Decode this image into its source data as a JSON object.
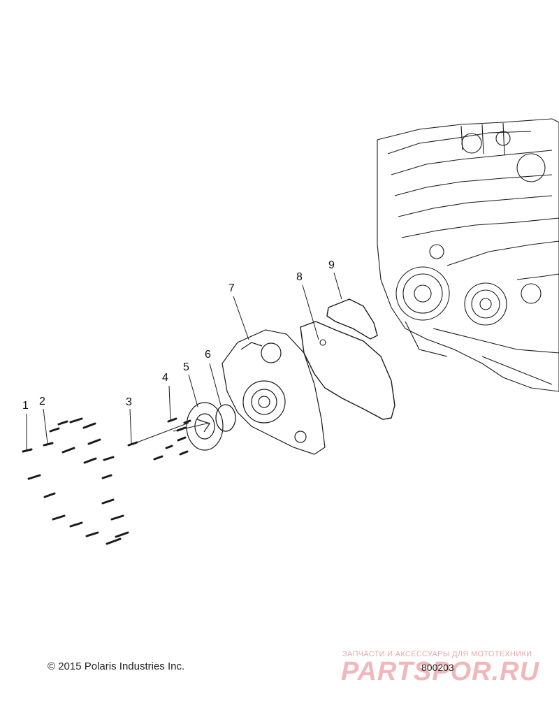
{
  "callouts": [
    "1",
    "2",
    "3",
    "4",
    "5",
    "6",
    "7",
    "8",
    "9"
  ],
  "footer": {
    "copyright": "© 2015 Polaris Industries Inc.",
    "figure_number": "800203"
  },
  "watermark": {
    "tagline": "ЗАПЧАСТИ И АКСЕССУАРЫ ДЛЯ МОТОТЕХНИКИ",
    "logo": "PARTSPOR.RU"
  },
  "colors": {
    "line": "#1a1a1a",
    "watermark": "#e8a4a8"
  }
}
